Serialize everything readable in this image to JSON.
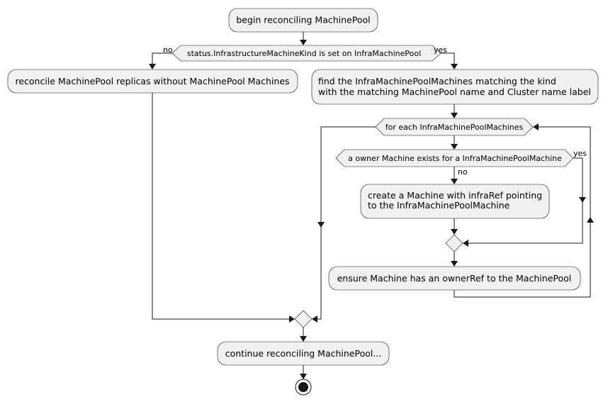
{
  "diagram": {
    "start_action": "begin reconciling MachinePool",
    "decision_infra_kind": "status.InfrastructureMachineKind is set on InfraMachinePool",
    "branch_no": "no",
    "branch_yes": "yes",
    "action_no_machines": "reconcile MachinePool replicas without MachinePool Machines",
    "action_find_line1": "find the InfraMachinePoolMachines matching the kind",
    "action_find_line2": "with the matching MachinePool name and Cluster name label",
    "loop_condition": "for each InfraMachinePoolMachines",
    "decision_owner": "a owner Machine exists for a InfraMachinePoolMachine",
    "owner_yes": "yes",
    "owner_no": "no",
    "action_create_line1": "create a Machine with infraRef pointing",
    "action_create_line2": "to the InfraMachinePoolMachine",
    "action_ensure": "ensure Machine has an ownerRef to the MachinePool",
    "action_continue": "continue reconciling MachinePool..."
  },
  "colors": {
    "node_fill": "#f1f1f1",
    "line": "#181818"
  },
  "icons": {
    "stop": "stop-node-icon"
  }
}
